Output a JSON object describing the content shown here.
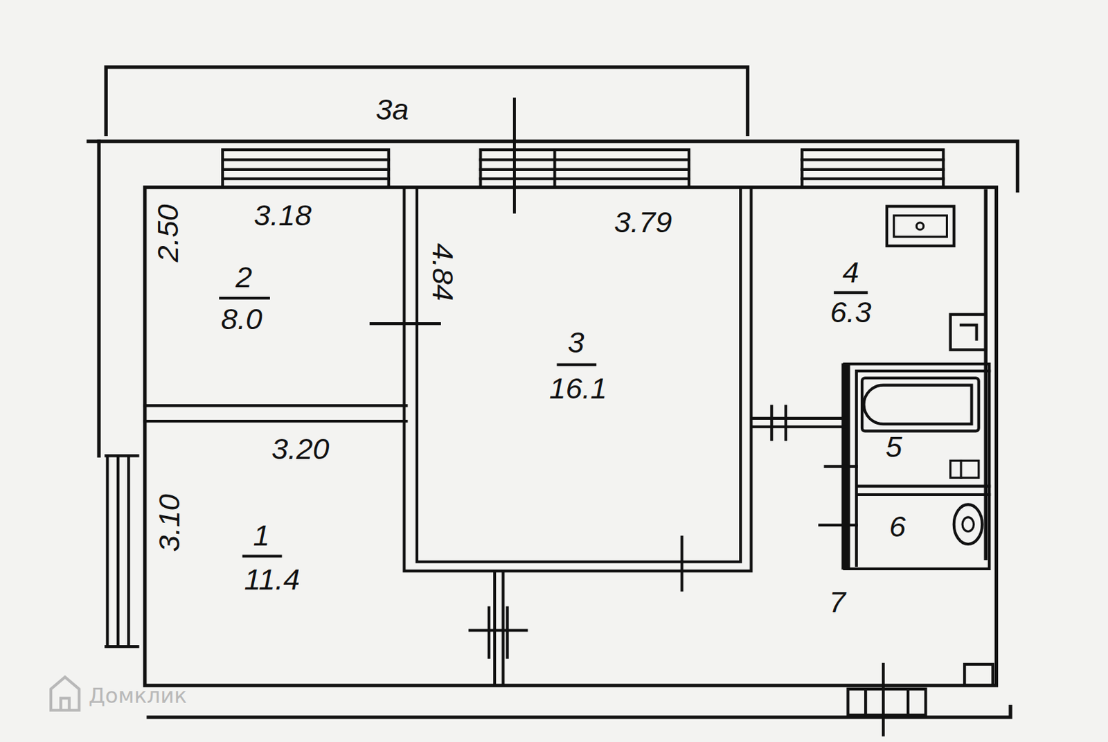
{
  "diagram": {
    "labels": [
      "3a",
      "3.18",
      "2.50",
      "2",
      "8.0",
      "4.84",
      "3.79",
      "3",
      "16.1",
      "4",
      "6.3",
      "5",
      "6",
      "3.20",
      "3.10",
      "1",
      "11.4",
      "7",
      "Домклик"
    ]
  }
}
